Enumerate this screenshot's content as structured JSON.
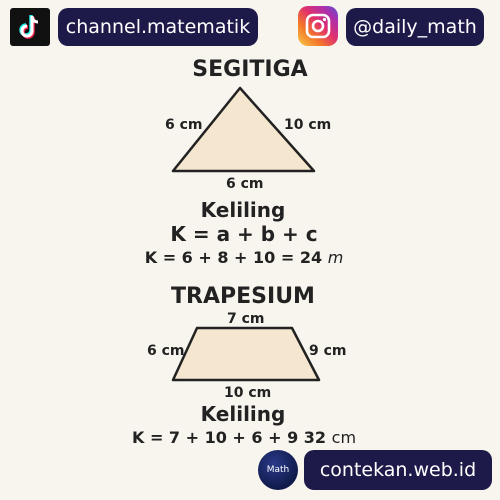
{
  "header": {
    "tiktok_icon": "tiktok-icon",
    "channel_label": "channel.matematik",
    "instagram_icon": "instagram-icon",
    "instagram_handle": "@daily_math"
  },
  "triangle": {
    "title": "SEGITIGA",
    "left_side": "6 cm",
    "right_side": "10 cm",
    "base": "6 cm",
    "perimeter_title": "Keliling",
    "formula": "K = a + b + c",
    "calculation_main": "K = 6 + 8 + 10 = 24",
    "calculation_unit": "m",
    "fill_color": "#f5e6cf"
  },
  "trapezoid": {
    "title": "TRAPESIUM",
    "top_side": "7 cm",
    "left_side": "6 cm",
    "right_side": "9 cm",
    "base": "10 cm",
    "perimeter_title": "Keliling",
    "calculation_main": "K = 7 + 10 + 6 + 9 32",
    "calculation_unit": "cm",
    "fill_color": "#f5e6cf"
  },
  "footer": {
    "logo_text": "Math",
    "website": "contekan.web.id"
  },
  "colors": {
    "badge_bg": "#1d1a4a",
    "background": "#f8f5ee"
  }
}
